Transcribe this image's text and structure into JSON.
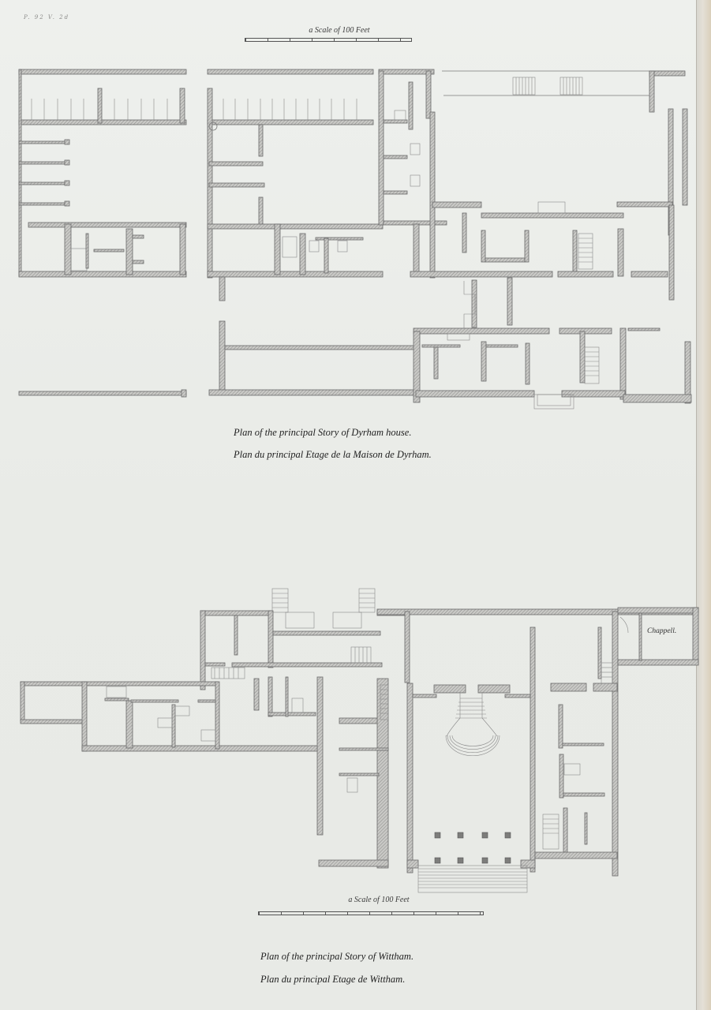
{
  "document": {
    "type": "engraved architectural plate",
    "plate_mark": "P. 92 V. 2d",
    "colors": {
      "paper": "#ecedea",
      "ink": "#222222",
      "wall_hatch": "#8c8c8a",
      "page_edge": "#d9cdb8"
    }
  },
  "plan_dyrham": {
    "scale_label": "a Scale of 100 Feet",
    "caption_en": "Plan of the principal Story of Dyrham house.",
    "caption_fr": "Plan du principal Etage de la Maison de Dyrham."
  },
  "plan_wittham": {
    "scale_label": "a Scale of 100 Feet",
    "room_labels": [
      "Chappell."
    ],
    "caption_en": "Plan of the principal Story of Wittham.",
    "caption_fr": "Plan du principal Etage de Wittham."
  }
}
